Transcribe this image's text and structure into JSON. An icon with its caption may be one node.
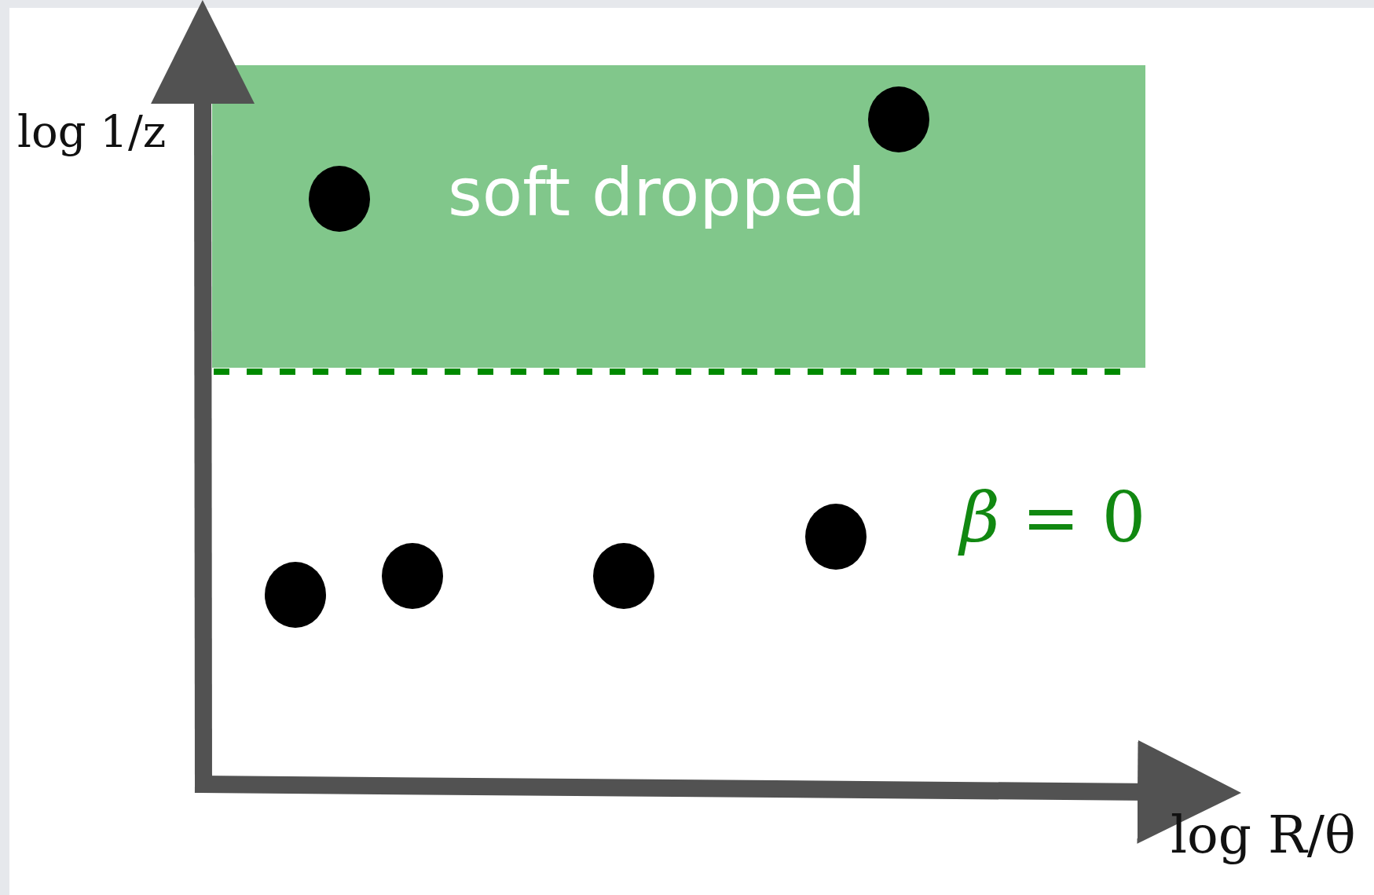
{
  "diagram": {
    "nodes": [
      {
        "text": [
          "soft dropped"
        ]
      }
    ],
    "labels": [
      "log 1/z",
      "*β* = 0",
      "log R/θ"
    ]
  }
}
